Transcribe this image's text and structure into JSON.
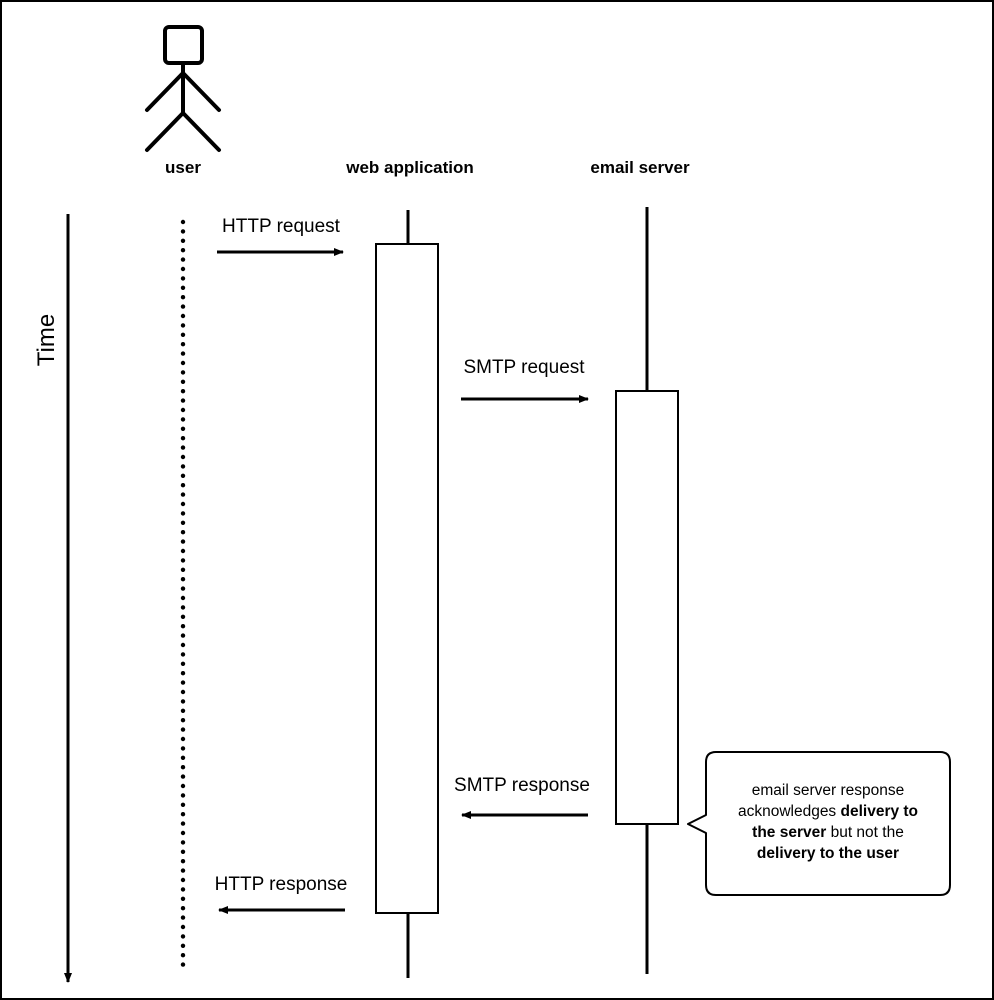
{
  "actors": [
    {
      "id": "user",
      "label": "user"
    },
    {
      "id": "web_application",
      "label": "web application"
    },
    {
      "id": "email_server",
      "label": "email server"
    }
  ],
  "time_axis": {
    "label": "Time"
  },
  "messages": [
    {
      "from": "user",
      "to": "web_application",
      "label": "HTTP request"
    },
    {
      "from": "web_application",
      "to": "email_server",
      "label": "SMTP request"
    },
    {
      "from": "email_server",
      "to": "web_application",
      "label": "SMTP response"
    },
    {
      "from": "web_application",
      "to": "user",
      "label": "HTTP response"
    }
  ],
  "note": {
    "line1": "email server response",
    "line2_plain": "acknowledges ",
    "line2_bold": "delivery to",
    "line3_bold": "the server",
    "line3_plain": " but not the",
    "line4_bold": "delivery to the user"
  },
  "colors": {
    "ink": "#000000",
    "background": "#ffffff"
  }
}
